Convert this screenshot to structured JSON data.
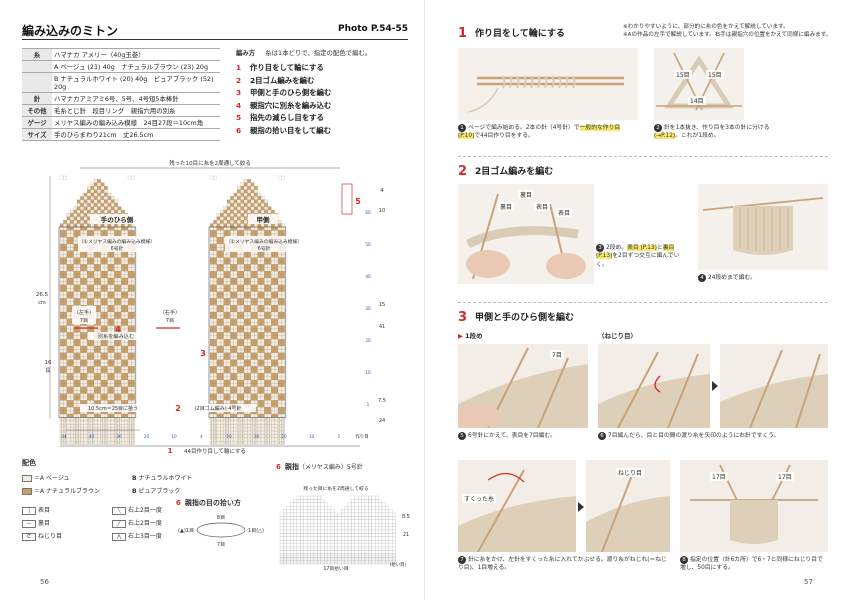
{
  "left_page": {
    "title": "編み込みのミトン",
    "photo_ref": "Photo P.54-55",
    "spec": [
      {
        "key": "糸",
        "value": "ハマナカ アメリー（40g玉巻）"
      },
      {
        "key": "",
        "value": "A ベージュ (21) 40g　ナチュラルブラウン (23) 20g"
      },
      {
        "key": "",
        "value": "B ナチュラルホワイト (20) 40g　ピュアブラック (52) 20g"
      },
      {
        "key": "針",
        "value": "ハマナカアミアミ6号、5号、4号短5本棒針"
      },
      {
        "key": "その他",
        "value": "毛糸とじ針　段目リング　親指穴用の別糸"
      },
      {
        "key": "ゲージ",
        "value": "メリヤス編みの編み込み模様　24目27段＝10cm角"
      },
      {
        "key": "サイズ",
        "value": "手のひらまわり21cm　丈26.5cm"
      }
    ],
    "procedure_head": "編み方",
    "procedure_note": "糸は1本どりで、指定の配色で編む。",
    "procedure": [
      {
        "n": "1",
        "text": "作り目をして輪にする"
      },
      {
        "n": "2",
        "text": "2目ゴム編みを編む"
      },
      {
        "n": "3",
        "text": "甲側と手のひら側を編む"
      },
      {
        "n": "4",
        "text": "親指穴に別糸を編み込む"
      },
      {
        "n": "5",
        "text": "指先の減らし目をする"
      },
      {
        "n": "6",
        "text": "親指の拾い目をして編む"
      }
    ],
    "chart": {
      "top_label": "残った10目に糸を2周通して絞る",
      "palm_label": "手のひら側",
      "palm_sub": "（①メリヤス編みの編み込み模様）",
      "palm_needle": "6号針",
      "back_label": "甲側",
      "back_sub": "（①メリヤス編みの編み込み模様）",
      "back_needle": "6号針",
      "left_hand": "（左手）",
      "right_hand": "（右手）",
      "left_7": "7目",
      "right_7": "7目",
      "bessi": "別糸を編み込む",
      "rib_width": "10.5cm＝25目に拾う",
      "rib_label": "(2目ゴム編み) 4号針",
      "bottom_label": "44目作り目して輪にする",
      "height_total": "26.5",
      "cm": "cm",
      "dan": "段",
      "h_top": "4",
      "h_top_dan": "10",
      "h_mid": "15",
      "h_mid_dan": "41",
      "h_rib": "7.5",
      "h_rib_dan": "24",
      "h_thumb": "16",
      "num_5": "5",
      "num_3": "3",
      "num_4": "4",
      "num_2": "2",
      "num_1": "1",
      "bottom_counts": [
        "44",
        "40",
        "30",
        "20",
        "10",
        "4",
        "10",
        "30",
        "20",
        "10",
        "1"
      ],
      "right_counts": [
        "60",
        "50",
        "40",
        "30",
        "20",
        "10",
        "1"
      ],
      "start_mark": "作り目",
      "row_nums": [
        "41",
        "40"
      ],
      "left_counts": [
        "4",
        "1"
      ]
    },
    "legend_title": "配色",
    "legend": [
      {
        "sym": "＝A",
        "label": "ベージュ",
        "sym2": "B",
        "label2": "ナチュラルホワイト",
        "color": "#f3ece0"
      },
      {
        "sym": "＝A",
        "label": "ナチュラルブラウン",
        "sym2": "B",
        "label2": "ピュアブラック",
        "color": "#c9a06a"
      }
    ],
    "stitches": [
      {
        "a": "表目",
        "b": "右上2目一度"
      },
      {
        "a": "裏目",
        "b": "右上2目一度"
      },
      {
        "a": "ねじり目",
        "b": "右上3目一度"
      }
    ],
    "thumb_pick_title": "親指の目の拾い方",
    "thumb_pick_num": "6",
    "thumb_pick_8": "8目",
    "thumb_pick_7": "7目",
    "thumb_pick_a": "(▲)1目",
    "thumb_pick_b": "1目(△)",
    "thumb_chart_title": "親指",
    "thumb_chart_sub": "（メリヤス編み）5号針",
    "thumb_chart_num": "6",
    "thumb_top": "残った目に糸を2周通して絞る",
    "thumb_bottom": "17目拾い目",
    "thumb_bottom_note": "(拾い目)",
    "thumb_h": "8.5",
    "thumb_h_dan": "21",
    "page_num": "56"
  },
  "right_page": {
    "note_lines": [
      "※わかりやすいように、部分的に糸の色をかえて解説しています。",
      "※Aの作品の左手で解説しています。右手は親指穴の位置をかえて同様に編みます。"
    ],
    "sec1": {
      "n": "1",
      "title": "作り目をして輪にする"
    },
    "cap1": {
      "num": "1",
      "pre": "ページで編み始める。2本の針（4号針）で",
      "hl": "一般的な作り目 (P.10)",
      "post": "で44目作り目をする。"
    },
    "cap2": {
      "num": "2",
      "pre": "針を1本抜き、作り目を3本の針に分ける",
      "hl": "(→P.12)",
      "post": "。これが1段め。"
    },
    "tags1": [
      "15目",
      "15目",
      "14目"
    ],
    "sec2": {
      "n": "2",
      "title": "2目ゴム編みを編む"
    },
    "tags2": [
      "裏目",
      "裏目",
      "表目",
      "表目"
    ],
    "cap3": {
      "num": "3",
      "pre": "2段め。",
      "hl1": "表目 (P.13)",
      "mid": "と",
      "hl2": "裏目 (P.13)",
      "post": "を2目ずつ交互に編んでいく。"
    },
    "cap4": {
      "num": "4",
      "text": "24段めまで編む。"
    },
    "sec3": {
      "n": "3",
      "title": "甲側と手のひら側を編む"
    },
    "sub1": "1段め",
    "sub2": "（ねじり目）",
    "tag7": "7目",
    "cap5": {
      "num": "5",
      "text": "6号針にかえて、表目を7目編む。"
    },
    "cap6": {
      "num": "6",
      "text": "7目編んだら、目と目の間の渡り糸を矢印のように右針ですくう。"
    },
    "tag_sukutta": "すくった糸",
    "tag_nejiri": "ねじり目",
    "tag_17a": "17目",
    "tag_17b": "17目",
    "cap7": {
      "num": "7",
      "text": "針に糸をかけ、左針をすくった糸に入れてかぶせる。渡り糸がねじれ(＝ねじり目)、1目増える。"
    },
    "cap8": {
      "num": "8",
      "text": "指定の位置（計6カ所）で6・7と同様にねじり目で増し、50目にする。"
    },
    "page_num": "57"
  },
  "colors": {
    "beige": "#f3ece0",
    "brown": "#c9a06a",
    "accent": "#d42a2a",
    "blue": "#2a5fb4"
  }
}
